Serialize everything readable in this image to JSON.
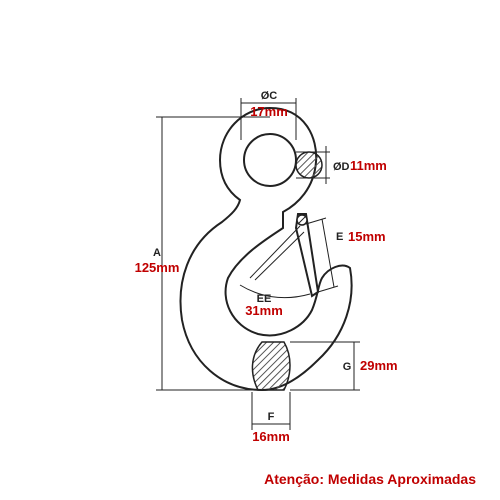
{
  "dimensions": {
    "c": {
      "letter": "ØC",
      "value": "17mm"
    },
    "d": {
      "letter": "ØD",
      "value": "11mm"
    },
    "e": {
      "letter": "E",
      "value": "15mm"
    },
    "ee": {
      "letter": "EE",
      "value": "31mm"
    },
    "a": {
      "letter": "A",
      "value": "125mm"
    },
    "g": {
      "letter": "G",
      "value": "29mm"
    },
    "f": {
      "letter": "F",
      "value": "16mm"
    }
  },
  "footer_note": "Atenção: Medidas Aproximadas",
  "colors": {
    "value_text": "#c00000",
    "line": "#222222",
    "hatch": "#555555"
  }
}
